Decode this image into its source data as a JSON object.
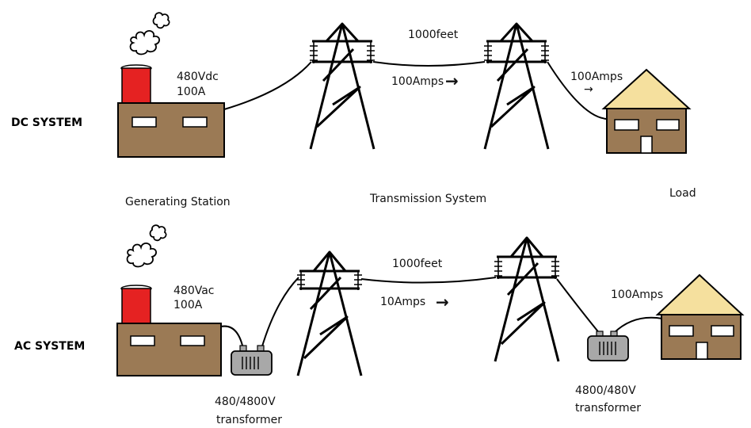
{
  "dc_system": {
    "title": "DC SYSTEM",
    "station_voltage": "480Vdc",
    "station_current": "100A",
    "line_length": "1000feet",
    "line_current": "100Amps",
    "load_current": "100Amps",
    "line_arrow": "→",
    "load_arrow": "→"
  },
  "section_labels": {
    "generating_station": "Generating Station",
    "transmission_system": "Transmission System",
    "load": "Load"
  },
  "ac_system": {
    "title": "AC SYSTEM",
    "station_voltage": "480Vac",
    "station_current": "100A",
    "line_length": "1000feet",
    "line_current": "10Amps",
    "load_current": "100Amps",
    "line_arrow": "→",
    "step_up_ratio": "480/4800V",
    "step_up_label": "transformer",
    "step_down_ratio": "4800/480V",
    "step_down_label": "transformer"
  },
  "colors": {
    "building": "#9b7a55",
    "chimney": "#e52222",
    "roof": "#f5e09e",
    "transformer": "#a8a8a8",
    "window": "#ffffff"
  },
  "icons": [
    "smoke-cloud-icon",
    "factory-icon",
    "tower-icon",
    "house-icon",
    "transformer-icon",
    "arrow-right-icon"
  ]
}
